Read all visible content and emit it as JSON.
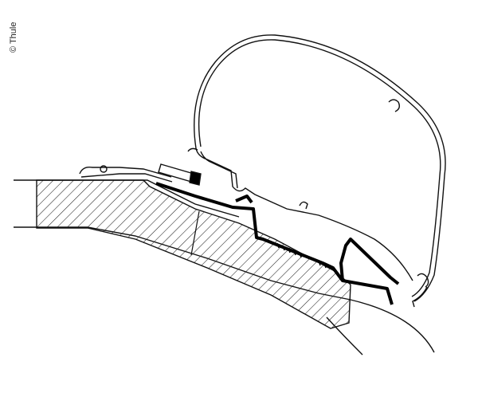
{
  "copyright": "© Thule",
  "colors": {
    "background": "#ffffff",
    "line": "#111111",
    "adapter_profile": "#000000",
    "hatch": "#222222"
  },
  "parts": {
    "awning_cassette": "awning-cassette-outline",
    "adapter_rail": "adapter-rail-black-profile",
    "roof_section": "hatched-roof-wall-section",
    "bolt": "mounting-bolt"
  }
}
